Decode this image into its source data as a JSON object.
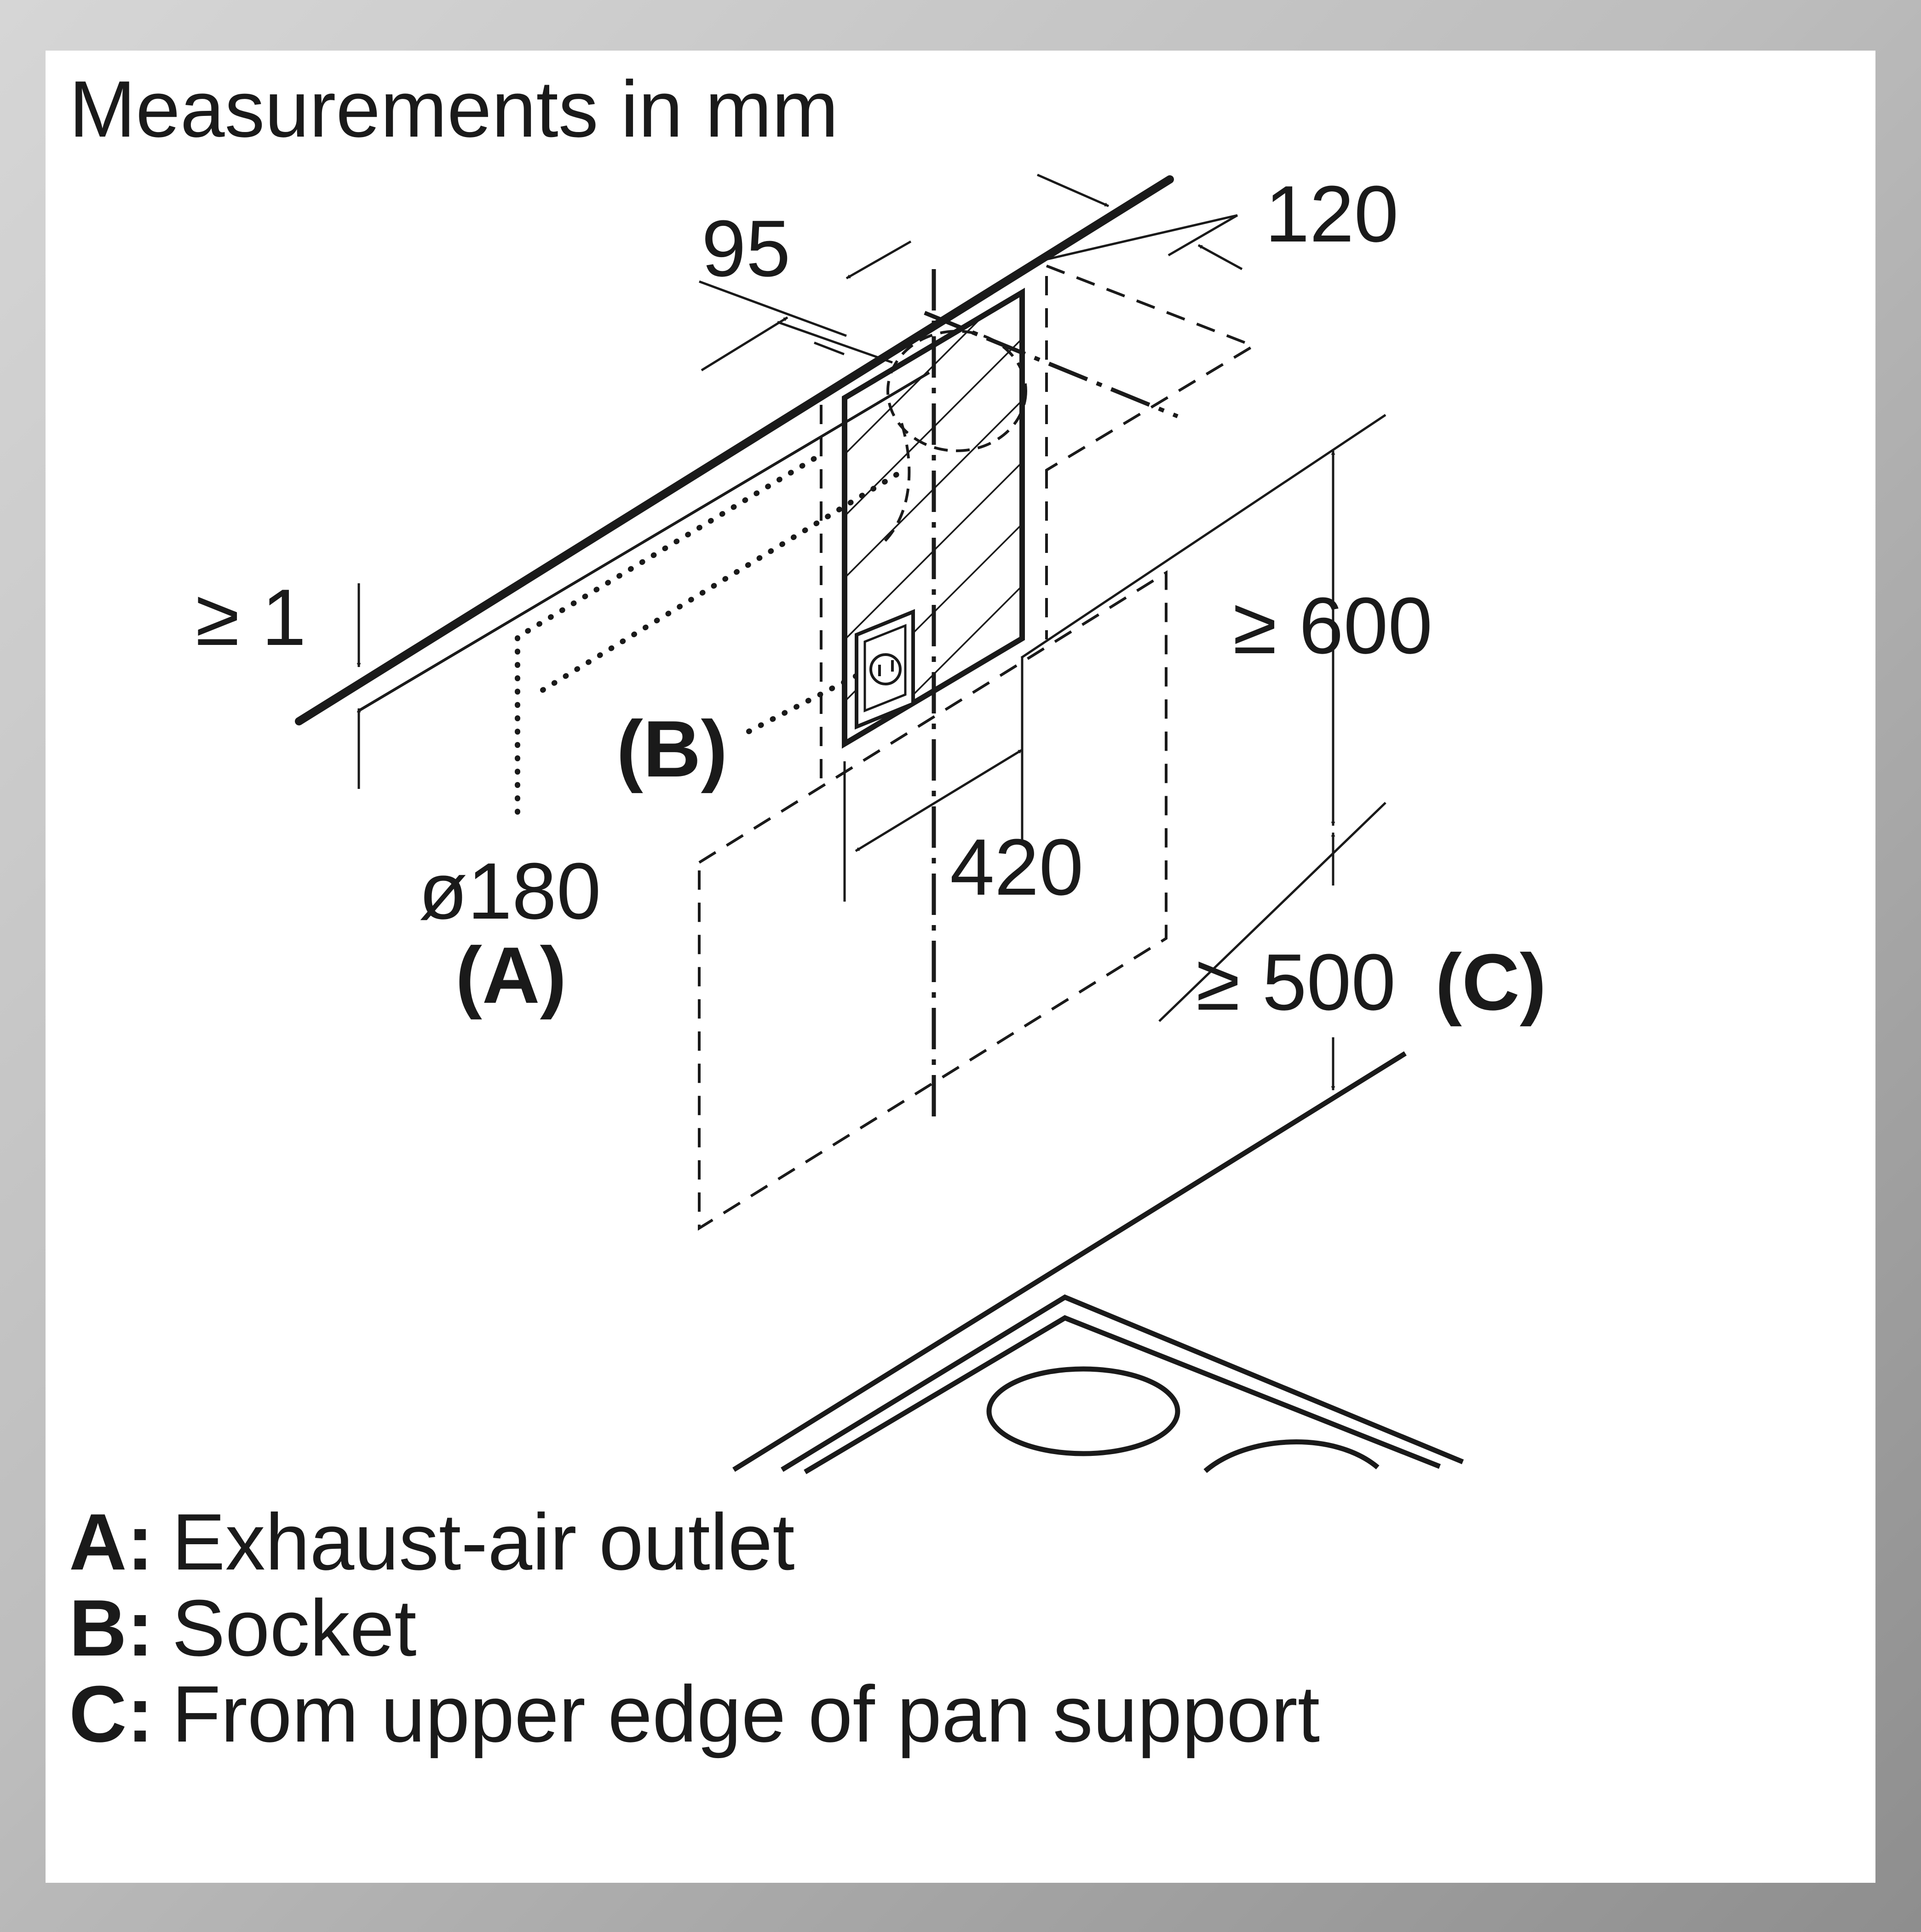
{
  "title": "Measurements in mm",
  "dimensions": {
    "depth_95": "95",
    "depth_120": "120",
    "clearance_1": "≥ 1",
    "height_600": "≥ 600",
    "width_420": "420",
    "diameter_180": "ø180",
    "height_500": "≥ 500",
    "ref_c": "(C)"
  },
  "markers": {
    "a": "(A)",
    "b": "(B)"
  },
  "legend": [
    {
      "key": "A:",
      "text": "Exhaust-air outlet"
    },
    {
      "key": "B:",
      "text": "Socket"
    },
    {
      "key": "C:",
      "text": "From upper edge of pan support"
    }
  ]
}
